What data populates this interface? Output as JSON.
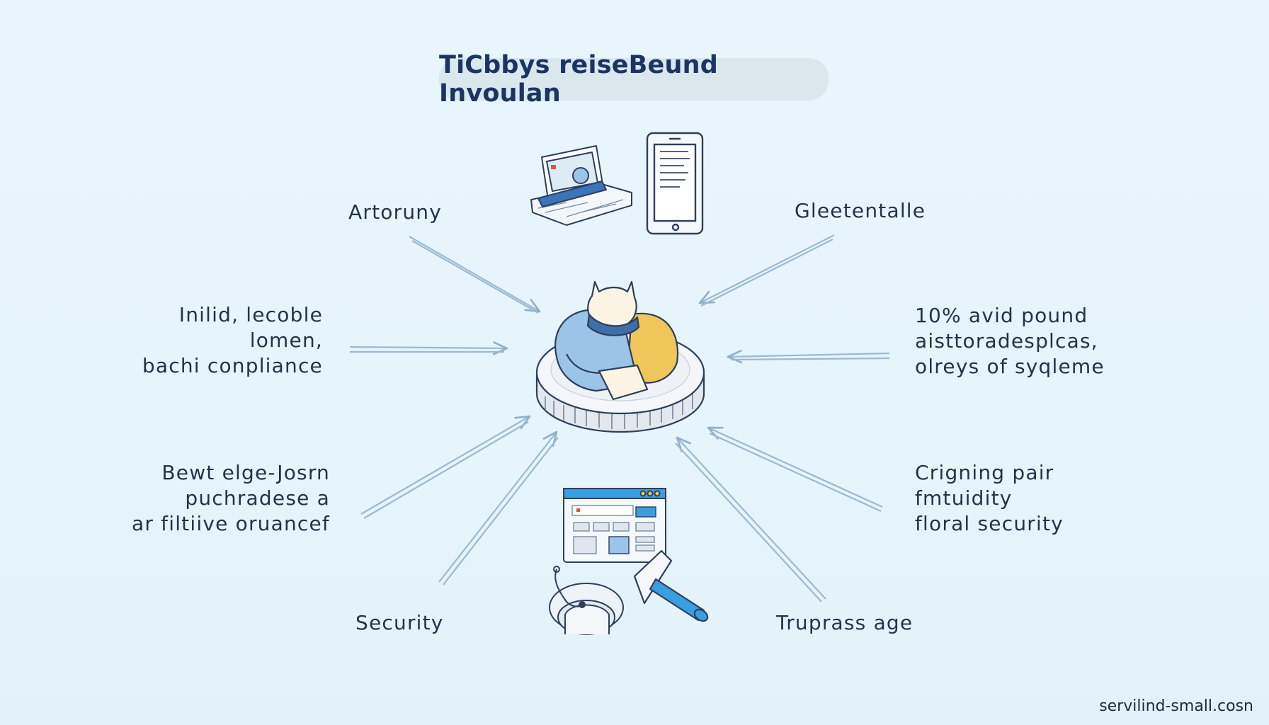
{
  "title": "TiCbbys reiseBeund Invoulan",
  "labels": {
    "top_left": "Artoruny",
    "top_right": "Gleetentalle",
    "mid_left": [
      "Inilid, lecoble",
      "lomen,",
      "bachi conpliance"
    ],
    "mid_right": [
      "10% avid pound",
      "aisttoradesplcas,",
      "olreys of syqleme"
    ],
    "low_left": [
      "Bewt elge-Josrn",
      "puchradese a",
      "ar filtiive oruancef"
    ],
    "low_right": [
      "Crigning pair",
      "fmtuidity",
      "floral security"
    ],
    "bottom_left": "Security",
    "bottom_right": "Truprass age"
  },
  "footer": "servilind-small.cosn",
  "icons": [
    "laptop-document-icon",
    "smartphone-icon",
    "person-on-platform-icon",
    "browser-window-icon",
    "robot-vacuum-icon",
    "hammer-icon"
  ],
  "colors": {
    "background": "#e6f4fb",
    "title_text": "#1b3563",
    "arrow": "#8fb0c8",
    "figure_blue": "#9cc4e8",
    "figure_yellow": "#f0c65a",
    "accent_blue": "#3b9ee0"
  }
}
